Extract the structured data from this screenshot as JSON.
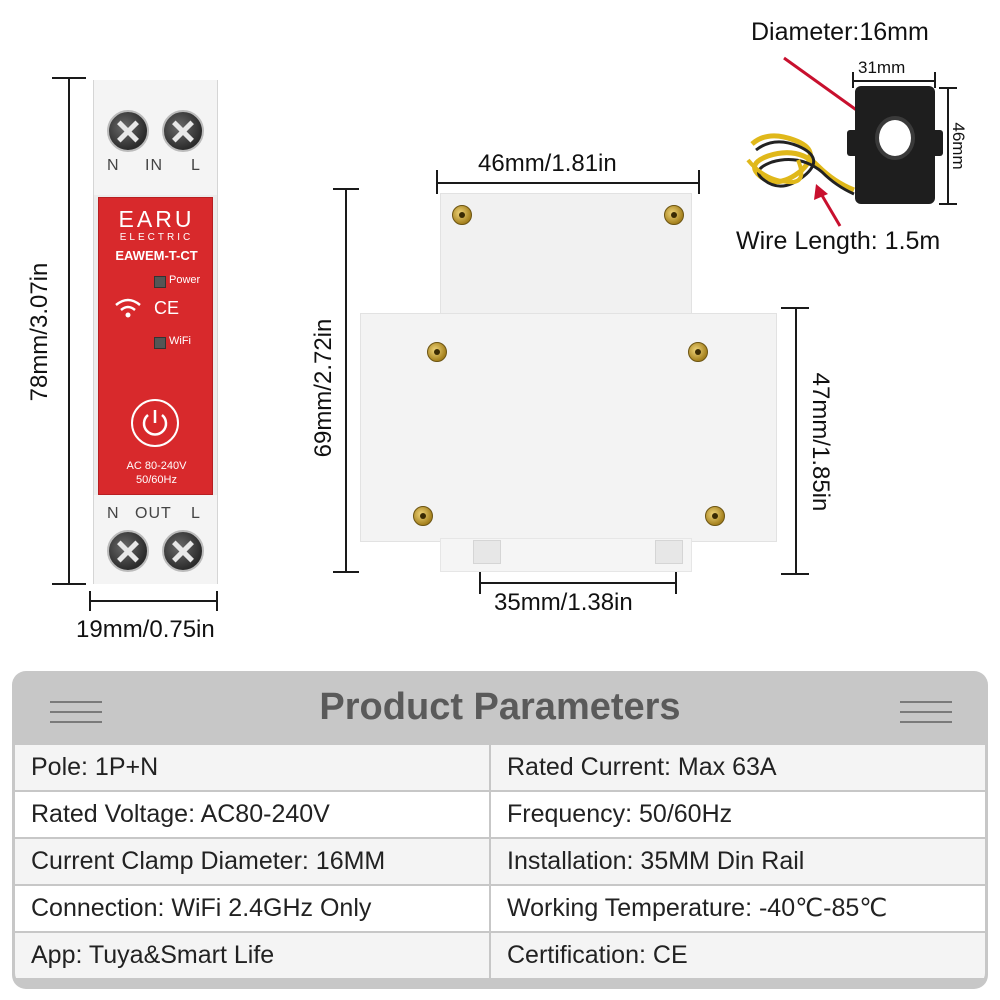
{
  "dimensions": {
    "breaker_height": "78mm/3.07in",
    "breaker_width": "19mm/0.75in",
    "top_width": "46mm/1.81in",
    "total_height": "69mm/2.72in",
    "rail_width": "35mm/1.38in",
    "body_height": "47mm/1.85in"
  },
  "breaker": {
    "top_terminals": [
      "N",
      "IN",
      "L"
    ],
    "bottom_terminals": [
      "N",
      "OUT",
      "L"
    ],
    "brand": "EARU",
    "brand_sub": "ELECTRIC",
    "model": "EAWEM-T-CT",
    "power_led": "Power",
    "ce_mark": "CE",
    "wifi_led": "WiFi",
    "rating_voltage": "AC 80-240V",
    "rating_freq": "50/60Hz",
    "face_color": "#d8292c"
  },
  "clamp": {
    "diameter": "Diameter:16mm",
    "width": "31mm",
    "height": "46mm",
    "wire_length": "Wire Length: 1.5m"
  },
  "parameters": {
    "title": "Product Parameters",
    "rows": [
      {
        "left": "Pole: 1P+N",
        "right": "Rated Current: Max 63A"
      },
      {
        "left": "Rated Voltage: AC80-240V",
        "right": "Frequency: 50/60Hz"
      },
      {
        "left": "Current Clamp Diameter: 16MM",
        "right": "Installation: 35MM Din Rail"
      },
      {
        "left": "Connection: WiFi 2.4GHz Only",
        "right": "Working Temperature: -40℃-85℃"
      },
      {
        "left": "App: Tuya&Smart Life",
        "right": "Certification: CE"
      }
    ],
    "row_colors": [
      "#f4f4f4",
      "#ffffff"
    ]
  }
}
